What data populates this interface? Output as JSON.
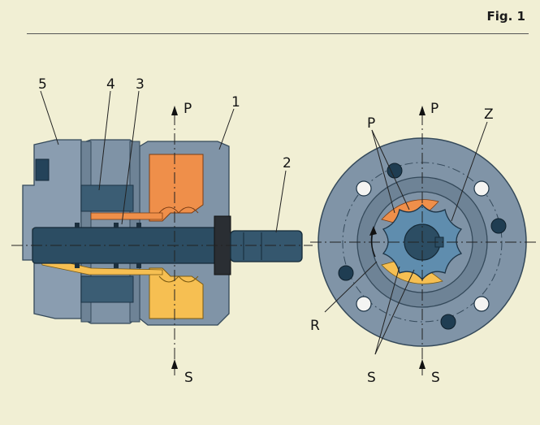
{
  "figure_label": "Fig. 1",
  "side_view": {
    "labels": {
      "l1": "1",
      "l2": "2",
      "l3": "3",
      "l4": "4",
      "l5": "5",
      "p": "P",
      "s": "S"
    }
  },
  "front_view": {
    "labels": {
      "p_top": "P",
      "p_left": "P",
      "z": "Z",
      "r": "R",
      "s_left": "S",
      "s_bottom": "S"
    }
  },
  "colors": {
    "background": "#f1efd4",
    "housing": "#7f93a6",
    "shaft": "#2c4d63",
    "pressure_orange": "#ef8f4a",
    "suction_yellow": "#f6bf52"
  }
}
